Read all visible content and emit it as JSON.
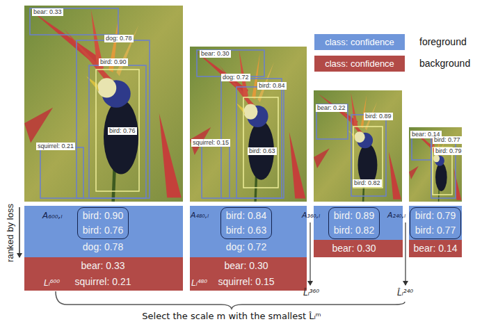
{
  "diagram": {
    "nodes": [
      {
        "text": [
          "dog: 0.78"
        ]
      },
      {
        "text": [
          "bird: 0.90",
          "bird: 0.76"
        ],
        "in": 0
      },
      {
        "text": [
          "bear: 0.33",
          "squirrel: 0.21"
        ]
      },
      {
        "text": [
          "dog: 0.72"
        ]
      },
      {
        "text": [
          "bird: 0.84",
          "bird: 0.63"
        ],
        "in": 3
      },
      {
        "text": [
          "bear: 0.30",
          "squirrel: 0.15"
        ]
      },
      {
        "text": []
      },
      {
        "text": [
          "bird: 0.89",
          "bird: 0.82"
        ],
        "in": 6
      },
      {
        "text": [
          "bear: 0.30"
        ]
      },
      {
        "text": []
      },
      {
        "text": [
          "bird: 0.79",
          "bird: 0.77"
        ],
        "in": 9
      },
      {
        "text": [
          "bear: 0.14"
        ]
      }
    ],
    "labels": [
      "class: confidence",
      "class: confidence",
      "ranked by loss",
      "A₆₀₀,ₗ",
      "A₄₈₀,ₗ",
      "A₃₆₀,ₗ",
      "A₂₄₀,ₗ",
      "Lₗ⁶⁰⁰",
      "Lₗ⁴⁸⁰",
      "L̂ₗ³⁶⁰",
      "L̂ₗ²⁴⁰",
      "Select the scale m with the smallest L̂ₗᵐ",
      "bear: 0.33",
      "dog: 0.78",
      "bird: 0.90",
      "bird: 0.76",
      "squirrel: 0.21",
      "bear: 0.30",
      "dog: 0.72",
      "bird: 0.84",
      "bird: 0.63",
      "squirrel: 0.15",
      "bear: 0.22",
      "bird: 0.89",
      "bird: 0.82",
      "bear: 0.14",
      "bird: 0.77",
      "bird: 0.79"
    ],
    "legend": [
      {
        "text": "foreground",
        "color": "#6f96da"
      },
      {
        "text": "background",
        "color": "#b24a47"
      }
    ]
  }
}
